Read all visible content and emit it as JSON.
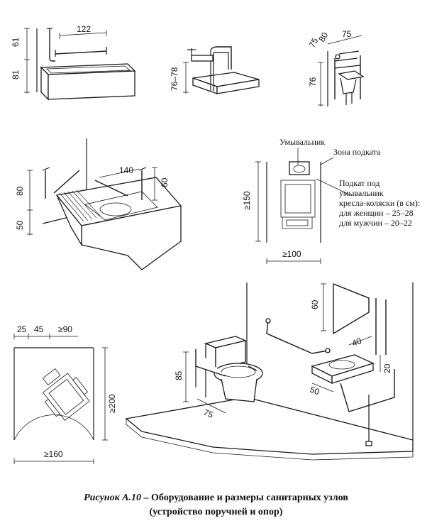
{
  "diagram": {
    "bath_top": {
      "dims": [
        "61",
        "81",
        "122"
      ]
    },
    "shower": {
      "dims": [
        "76–78"
      ]
    },
    "chair": {
      "dims": [
        "75",
        "80",
        "75",
        "76"
      ]
    },
    "bath_mid": {
      "dims": [
        "80",
        "50",
        "140",
        "60"
      ]
    },
    "washbasin_plan": {
      "label_basin": "Умывальник",
      "label_zone": "Зона подката",
      "note_lines": [
        "Подкат под",
        "умывальник",
        "кресла-коляски (в см):",
        "для женщин – 25–28",
        "для мужчин – 20–22"
      ],
      "dims": [
        "≥150",
        "≥100"
      ]
    },
    "toilet_plan": {
      "dims": [
        "25",
        "45",
        "≥90",
        "≥200",
        "≥160"
      ]
    },
    "toilet_iso": {
      "dims": [
        "85",
        "75",
        "60",
        "40",
        "50",
        "20"
      ]
    }
  },
  "caption": {
    "prefix": "Рисунок А.10",
    "dash": " – ",
    "line1": "Оборудование и размеры санитарных узлов",
    "line2": "(устройство поручней и опор)"
  }
}
